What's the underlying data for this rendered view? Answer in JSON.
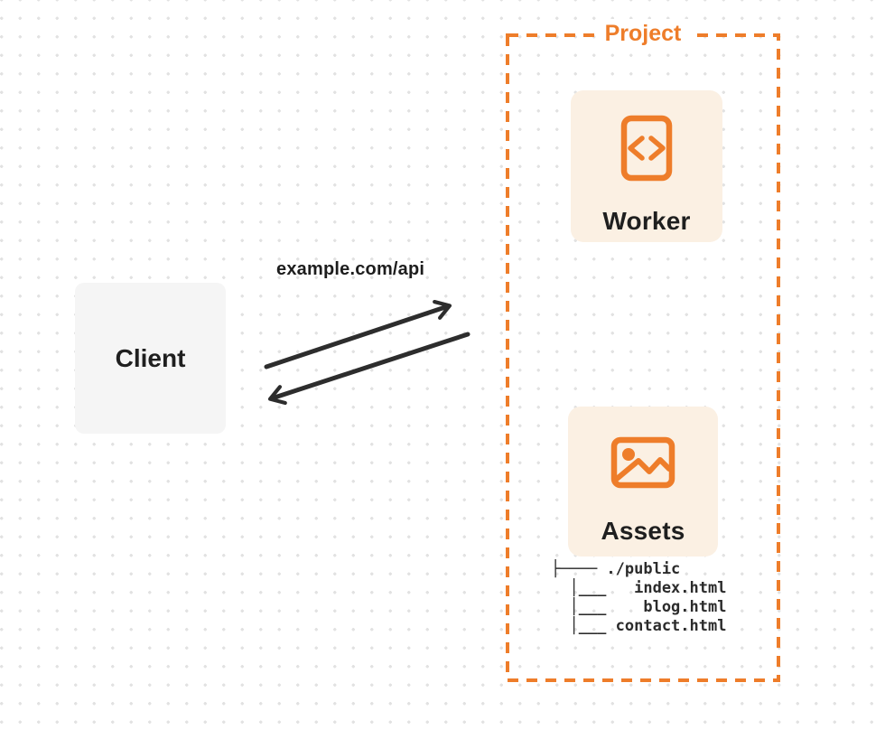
{
  "client": {
    "label": "Client"
  },
  "request": {
    "label": "example.com/api"
  },
  "project": {
    "label": "Project",
    "worker": {
      "label": "Worker",
      "icon": "code-file-icon"
    },
    "assets": {
      "label": "Assets",
      "icon": "image-icon"
    },
    "file_tree": {
      "lines": [
        "├──── ./public",
        "  │___   index.html",
        "  │___    blog.html",
        "  │___ contact.html"
      ]
    }
  },
  "colors": {
    "accent_orange": "#EE7D2A",
    "node_fill": "#FBF0E3",
    "client_fill": "#F5F5F5",
    "arrow_dark": "#2d2d2d",
    "text_dark": "#1f1f1f",
    "background_dot": "#e2e2e2"
  }
}
